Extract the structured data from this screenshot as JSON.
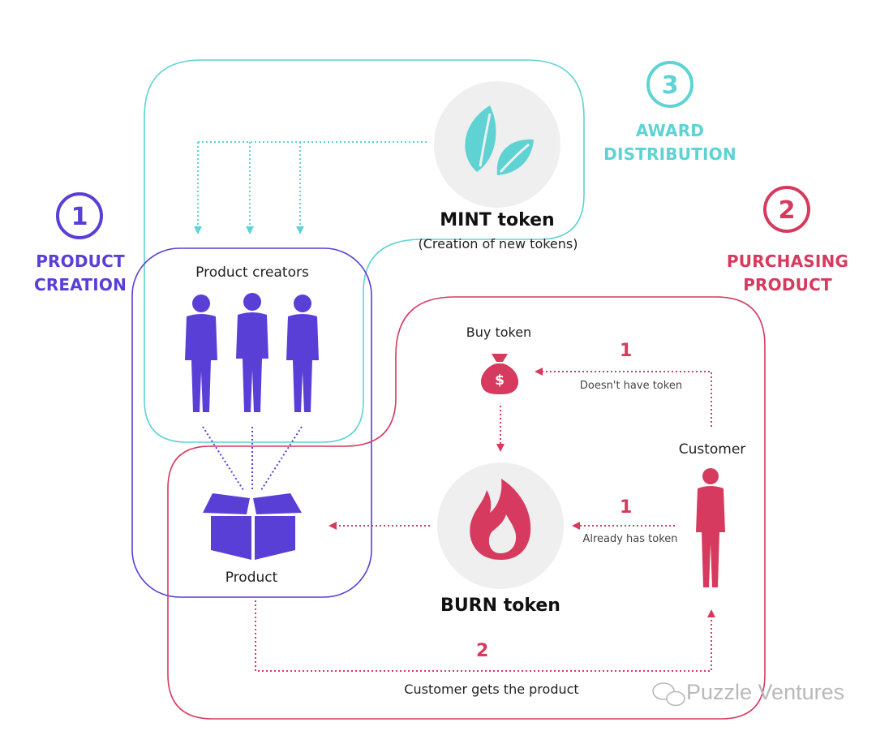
{
  "colors": {
    "creation": "#5a3fd6",
    "purchasing": "#d63a5e",
    "award": "#5fd3d3",
    "circle_bg": "#efefef",
    "watermark": "#b9b9b9"
  },
  "stages": {
    "creation": {
      "number": "1",
      "line1": "PRODUCT",
      "line2": "CREATION"
    },
    "purchasing": {
      "number": "2",
      "line1": "PURCHASING",
      "line2": "PRODUCT"
    },
    "award": {
      "number": "3",
      "line1": "AWARD",
      "line2": "DISTRIBUTION"
    }
  },
  "nodes": {
    "mint": {
      "title": "MINT token",
      "subtitle": "(Creation of new tokens)",
      "icon": "leaf-icon"
    },
    "burn": {
      "title": "BURN token",
      "icon": "flame-icon"
    },
    "buy": {
      "label": "Buy token",
      "icon": "money-bag-icon"
    },
    "creators": {
      "label": "Product creators",
      "icon": "person-icon"
    },
    "product": {
      "label": "Product",
      "icon": "box-icon"
    },
    "customer": {
      "label": "Customer",
      "icon": "person-icon"
    }
  },
  "edges": {
    "no_token": {
      "step": "1",
      "label": "Doesn't have token"
    },
    "has_token": {
      "step": "1",
      "label": "Already has token"
    },
    "delivery": {
      "step": "2",
      "label": "Customer gets the product"
    }
  },
  "watermark": {
    "text": "Puzzle Ventures",
    "icon": "wechat-icon"
  }
}
